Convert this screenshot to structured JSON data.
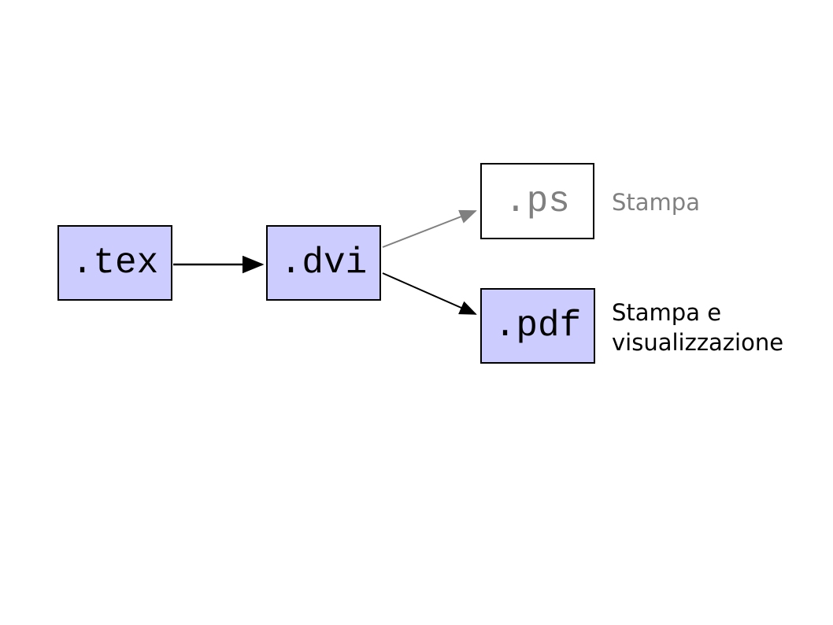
{
  "diagram": {
    "title": "LaTeX output formats flow",
    "colors": {
      "node_fill": "#ccccff",
      "node_border": "#000000",
      "muted": "#808080",
      "text": "#000000",
      "background": "#ffffff"
    },
    "nodes": [
      {
        "id": "tex",
        "label": ".tex",
        "style": "filled"
      },
      {
        "id": "dvi",
        "label": ".dvi",
        "style": "filled"
      },
      {
        "id": "ps",
        "label": ".ps",
        "style": "outline"
      },
      {
        "id": "pdf",
        "label": ".pdf",
        "style": "filled"
      }
    ],
    "edges": [
      {
        "id": "tex-to-dvi",
        "from": "tex",
        "to": "dvi",
        "color": "#000000"
      },
      {
        "id": "dvi-to-ps",
        "from": "dvi",
        "to": "ps",
        "color": "#808080"
      },
      {
        "id": "dvi-to-pdf",
        "from": "dvi",
        "to": "pdf",
        "color": "#000000"
      }
    ],
    "captions": [
      {
        "id": "ps-caption",
        "text": "Stampa",
        "color": "#808080"
      },
      {
        "id": "pdf-caption",
        "text": "Stampa e\nvisualizzazione",
        "color": "#000000"
      }
    ]
  }
}
